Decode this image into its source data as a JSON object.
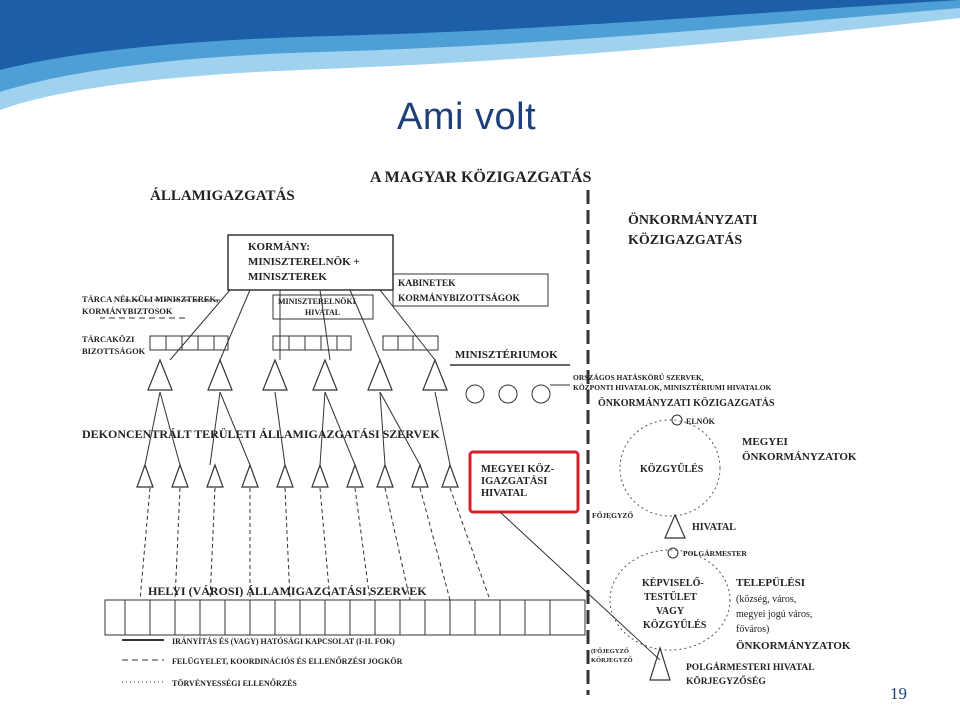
{
  "slide": {
    "title": "Ami volt",
    "page_number": "19"
  },
  "colors": {
    "title": "#1f3f7a",
    "highlight": "#d8202a",
    "line": "#333333",
    "swoosh_dark": "#1c5fa8",
    "swoosh_light": "#9fd2ee"
  },
  "diagram": {
    "main_title": "A MAGYAR KÖZIGAZGATÁS",
    "left_heading": "ÁLLAMIGAZGATÁS",
    "right_heading_line1": "ÖNKORMÁNYZATI",
    "right_heading_line2": "KÖZIGAZGATÁS",
    "government_line1": "KORMÁNY:",
    "government_line2": "MINISZTERELNÖK +",
    "government_line3": "MINISZTEREK",
    "cabinets": "KABINETEK",
    "cabinet_committees": "KORMÁNYBIZOTTSÁGOK",
    "ministers_without_portfolio_line1": "TÁRCA NÉLKÜLI MINISZTEREK,",
    "ministers_without_portfolio_line2": "KORMÁNYBIZTOSOK",
    "pm_office_line1": "MINISZTERELNÖKI",
    "pm_office_line2": "HIVATAL",
    "interministerial_line1": "TÁRCAKÖZI",
    "interministerial_line2": "BIZOTTSÁGOK",
    "ministries": "MINISZTÉRIUMOK",
    "national_bodies_line1": "ORSZÁGOS HATÁSKÖRŰ SZERVEK,",
    "national_bodies_line2": "KÖZPONTI HIVATALOK, MINISZTÉRIUMI HIVATALOK",
    "local_government_admin": "ÖNKORMÁNYZATI KÖZIGAZGATÁS",
    "deconcentrated": "DEKONCENTRÁLT TERÜLETI ÁLLAMIGAZGATÁSI SZERVEK",
    "county_admin_line1": "MEGYEI KÖZ-",
    "county_admin_line2": "IGAZGATÁSI",
    "county_admin_line3": "HIVATAL",
    "chairman": "ELNÖK",
    "general_assembly": "KÖZGYŰLÉS",
    "county_gov_line1": "MEGYEI",
    "county_gov_line2": "ÖNKORMÁNYZATOK",
    "chief_notary": "FŐJEGYZŐ",
    "office": "HIVATAL",
    "mayor": "POLGÁRMESTER",
    "council_line1": "KÉPVISELŐ-",
    "council_line2": "TESTÜLET",
    "council_line3": "VAGY",
    "council_line4": "KÖZGYŰLÉS",
    "settlement_line1": "TELEPÜLÉSI",
    "settlement_line2": "(község, város,",
    "settlement_line3": "megyei jogú város,",
    "settlement_line4": "főváros)",
    "settlement_line5": "ÖNKORMÁNYZATOK",
    "notary_line1": "(FŐJEGYZŐ",
    "notary_line2": "KÖRJEGYZŐ",
    "mayor_office_line1": "POLGÁRMESTERI HIVATAL",
    "mayor_office_line2": "KÖRJEGYZŐSÉG",
    "local_bodies": "HELYI (VÁROSI) ÁLLAMIGAZGATÁSI SZERVEK",
    "legend_solid": "IRÁNYÍTÁS ÉS (VAGY) HATÓSÁGI KAPCSOLAT (I-II. FOK)",
    "legend_dashed": "FELÜGYELET, KOORDINÁCIÓS ÉS ELLENŐRZÉSI JOGKÖR",
    "legend_dotted": "TÖRVÉNYESSÉGI ELLENŐRZÉS"
  }
}
